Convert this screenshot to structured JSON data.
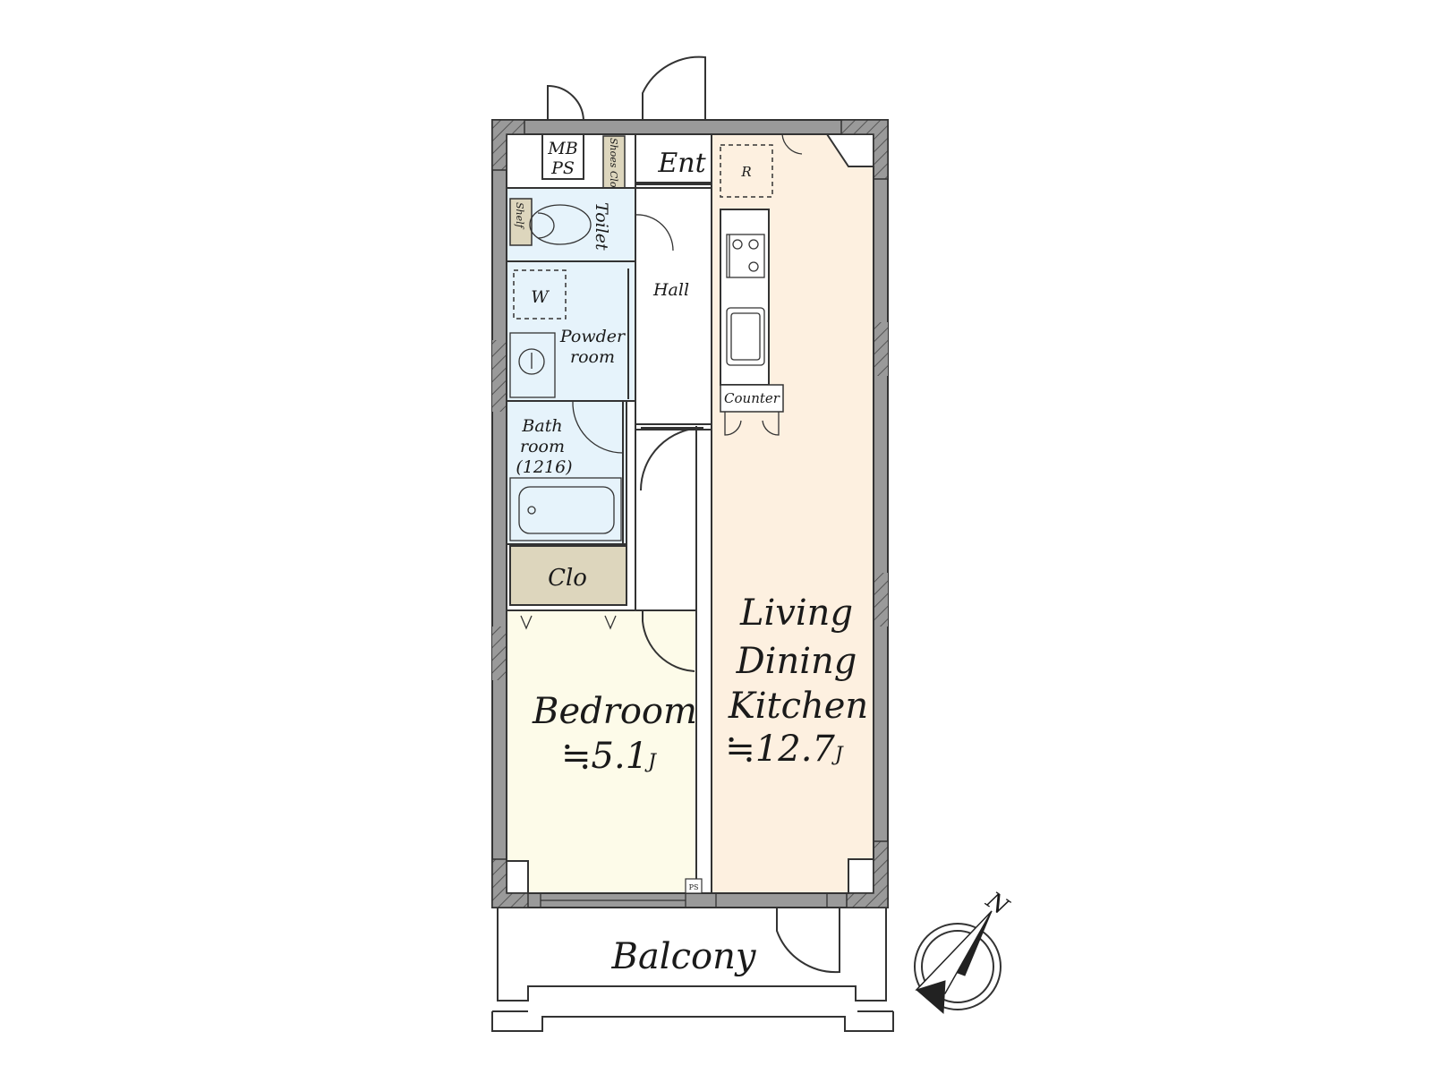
{
  "rooms": {
    "mbps_line1": "MB",
    "mbps_line2": "PS",
    "shoes_clo": "Shoes Clo",
    "entrance": "Ent",
    "refrigerator": "R",
    "toilet": "Toilet",
    "shelf": "Shelf",
    "hall": "Hall",
    "washer": "W",
    "powder_line1": "Powder",
    "powder_line2": "room",
    "bath_line1": "Bath",
    "bath_line2": "room",
    "bath_line3": "(1216)",
    "counter": "Counter",
    "closet": "Clo",
    "ldk_line1": "Living",
    "ldk_line2": "Dining",
    "ldk_line3": "Kitchen",
    "ldk_area": "≒12.7",
    "ldk_unit": "J",
    "bedroom_line1": "Bedroom",
    "bedroom_area": "≒5.1",
    "bedroom_unit": "J",
    "ps_small": "PS",
    "balcony": "Balcony"
  },
  "compass": {
    "north": "N"
  },
  "colors": {
    "ldk_fill": "#fdf0e0",
    "bedroom_fill": "#fdfbe9",
    "wet_fill": "#e6f3fb",
    "closet_fill": "#ddd6bd",
    "hall_fill": "#ffffff",
    "wall_fill": "#9a9a9a"
  }
}
